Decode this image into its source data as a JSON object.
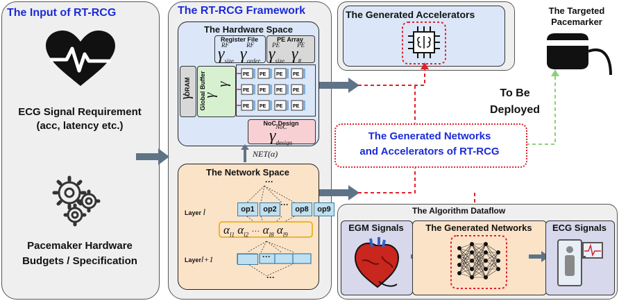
{
  "input_panel": {
    "title": "The Input of RT-RCG",
    "ecg_requirement": "ECG Signal Requirement",
    "ecg_requirement_sub": "(acc, latency etc.)",
    "pacemaker_budget": "Pacemaker Hardware",
    "pacemaker_budget_sub": "Budgets / Specification"
  },
  "framework": {
    "title": "The RT-RCG Framework",
    "hardware_space": {
      "title": "The Hardware Space",
      "register_file": "Register File",
      "pe_array": "PE Array",
      "dram": "DRAM",
      "global_buffer": "Global Buffer",
      "noc_design": "NoC Design",
      "pe_label": "PE"
    },
    "net_alpha": "NET(α)",
    "network_space": {
      "title": "The Network Space",
      "layer_l": "Layer",
      "layer_l_var": "l",
      "layer_l1": "Layer",
      "layer_l1_var": "l+1",
      "ops": [
        "op1",
        "op2",
        "op8",
        "op9"
      ],
      "dots": "···",
      "alphas": [
        "α",
        "α",
        "α",
        "α"
      ],
      "alpha_subs": [
        "l1",
        "l2",
        "l8",
        "l9"
      ]
    }
  },
  "accelerators": {
    "title": "The Generated Accelerators"
  },
  "pacemaker": {
    "title": "The Targeted",
    "title2": "Pacemarker"
  },
  "deploy": {
    "line1": "To Be",
    "line2": "Deployed"
  },
  "generated_box": {
    "line1": "The Generated Networks",
    "line2": "and Accelerators of RT-RCG"
  },
  "dataflow": {
    "title": "The Algorithm Dataflow",
    "egm": "EGM Signals",
    "networks": "The Generated Networks",
    "ecg": "ECG Signals"
  },
  "colors": {
    "title_blue": "#1a2bd8",
    "hardware_bg": "#dbe7f8",
    "network_bg": "#fbe3c8",
    "red_dashed": "#e0202a",
    "green_dashed": "#8fcf7a",
    "arrow_gray": "#5f7387"
  }
}
